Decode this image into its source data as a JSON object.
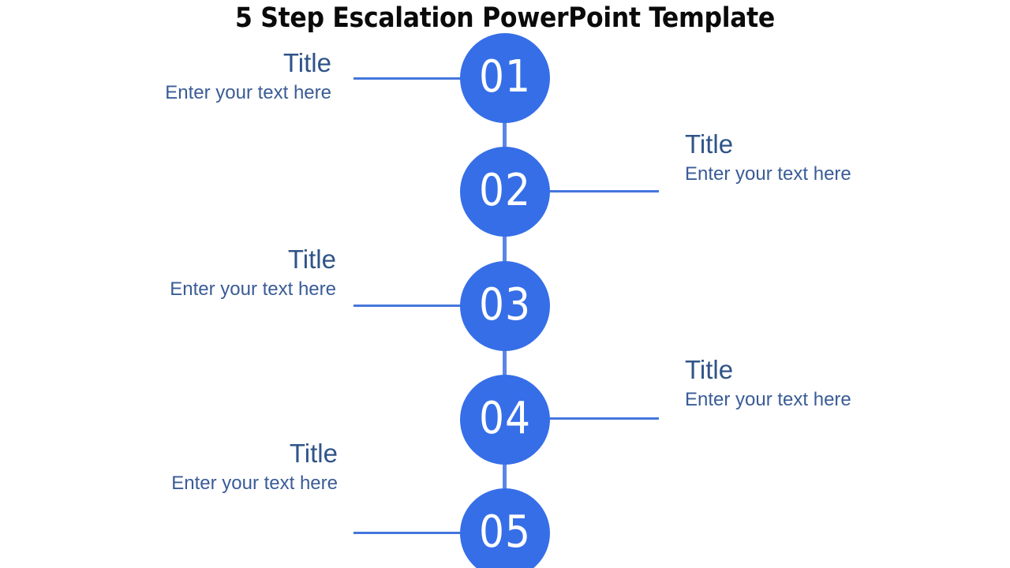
{
  "slide": {
    "title": "5 Step Escalation PowerPoint Template",
    "background": "#ffffff",
    "accent_circle": "#366ee8",
    "accent_line": "#4477dd",
    "spine_color": "#5b86e8",
    "title_text_color": "#2f5488",
    "body_text_color": "#3a5c96",
    "heading_color": "#0a0a0a"
  },
  "steps": [
    {
      "number": "01",
      "side": "left",
      "title": "Title",
      "body": "Enter your text here"
    },
    {
      "number": "02",
      "side": "right",
      "title": "Title",
      "body": "Enter your text here"
    },
    {
      "number": "03",
      "side": "left",
      "title": "Title",
      "body": "Enter your text here"
    },
    {
      "number": "04",
      "side": "right",
      "title": "Title",
      "body": "Enter your text here"
    },
    {
      "number": "05",
      "side": "left",
      "title": "Title",
      "body": "Enter your text here"
    }
  ]
}
